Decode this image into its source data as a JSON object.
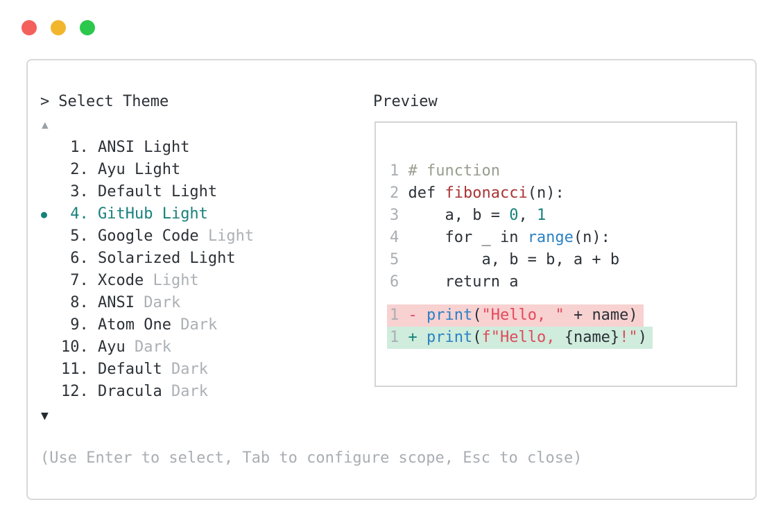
{
  "window": {
    "controls": {
      "close_color": "#f4605c",
      "minimize_color": "#f2b62d",
      "zoom_color": "#2cc84d"
    }
  },
  "picker": {
    "prompt": ">",
    "title": "Select Theme",
    "scroll_up_icon": "▲",
    "scroll_down_icon": "▼",
    "selected_marker": "●",
    "accent_color": "#17817b",
    "muted_color": "#abb0b5",
    "items": [
      {
        "number": " 1.",
        "name": "ANSI Light",
        "muted": "",
        "selected": false
      },
      {
        "number": " 2.",
        "name": "Ayu Light",
        "muted": "",
        "selected": false
      },
      {
        "number": " 3.",
        "name": "Default Light",
        "muted": "",
        "selected": false
      },
      {
        "number": " 4.",
        "name": "GitHub Light",
        "muted": "",
        "selected": true
      },
      {
        "number": " 5.",
        "name": "Google Code",
        "muted": "Light",
        "selected": false
      },
      {
        "number": " 6.",
        "name": "Solarized Light",
        "muted": "",
        "selected": false
      },
      {
        "number": " 7.",
        "name": "Xcode",
        "muted": "Light",
        "selected": false
      },
      {
        "number": " 8.",
        "name": "ANSI",
        "muted": "Dark",
        "selected": false
      },
      {
        "number": " 9.",
        "name": "Atom One",
        "muted": "Dark",
        "selected": false
      },
      {
        "number": "10.",
        "name": "Ayu",
        "muted": "Dark",
        "selected": false
      },
      {
        "number": "11.",
        "name": "Default",
        "muted": "Dark",
        "selected": false
      },
      {
        "number": "12.",
        "name": "Dracula",
        "muted": "Dark",
        "selected": false
      }
    ],
    "help": "(Use Enter to select, Tab to configure scope, Esc to close)"
  },
  "preview": {
    "title": "Preview",
    "diff_removed_bg": "#f8d1d1",
    "diff_added_bg": "#cfecdc",
    "token_colors": {
      "plain": "#2b3137",
      "gutter": "#a9aeb3",
      "comment": "#989d8e",
      "function_name": "#aa3334",
      "builtin": "#2a81c4",
      "number": "#17817b",
      "string": "#e04a5c"
    },
    "lines": [
      {
        "num": "1 ",
        "segments": [
          {
            "t": "# function",
            "c": "comment"
          }
        ]
      },
      {
        "num": "2 ",
        "segments": [
          {
            "t": "def ",
            "c": "plain"
          },
          {
            "t": "fibonacci",
            "c": "func"
          },
          {
            "t": "(n):",
            "c": "plain"
          }
        ]
      },
      {
        "num": "3 ",
        "segments": [
          {
            "t": "    a, b = ",
            "c": "plain"
          },
          {
            "t": "0",
            "c": "teal"
          },
          {
            "t": ", ",
            "c": "plain"
          },
          {
            "t": "1",
            "c": "teal"
          }
        ]
      },
      {
        "num": "4 ",
        "segments": [
          {
            "t": "    for _ in ",
            "c": "plain"
          },
          {
            "t": "range",
            "c": "blue"
          },
          {
            "t": "(n):",
            "c": "plain"
          }
        ]
      },
      {
        "num": "5 ",
        "segments": [
          {
            "t": "        a, b = b, a + b",
            "c": "plain"
          }
        ]
      },
      {
        "num": "6 ",
        "segments": [
          {
            "t": "    return a",
            "c": "plain"
          }
        ]
      },
      {
        "spacer": true
      },
      {
        "num": "1 ",
        "bg": "removed",
        "segments": [
          {
            "t": "- ",
            "c": "str"
          },
          {
            "t": "print",
            "c": "blue"
          },
          {
            "t": "(",
            "c": "plain"
          },
          {
            "t": "\"Hello, \"",
            "c": "str"
          },
          {
            "t": " + name)",
            "c": "plain"
          }
        ]
      },
      {
        "num": "1 ",
        "bg": "added",
        "segments": [
          {
            "t": "+ ",
            "c": "teal"
          },
          {
            "t": "print",
            "c": "blue"
          },
          {
            "t": "(",
            "c": "plain"
          },
          {
            "t": "f\"Hello, ",
            "c": "str"
          },
          {
            "t": "{name}",
            "c": "plain"
          },
          {
            "t": "!\"",
            "c": "str"
          },
          {
            "t": ")",
            "c": "plain"
          }
        ]
      }
    ]
  }
}
